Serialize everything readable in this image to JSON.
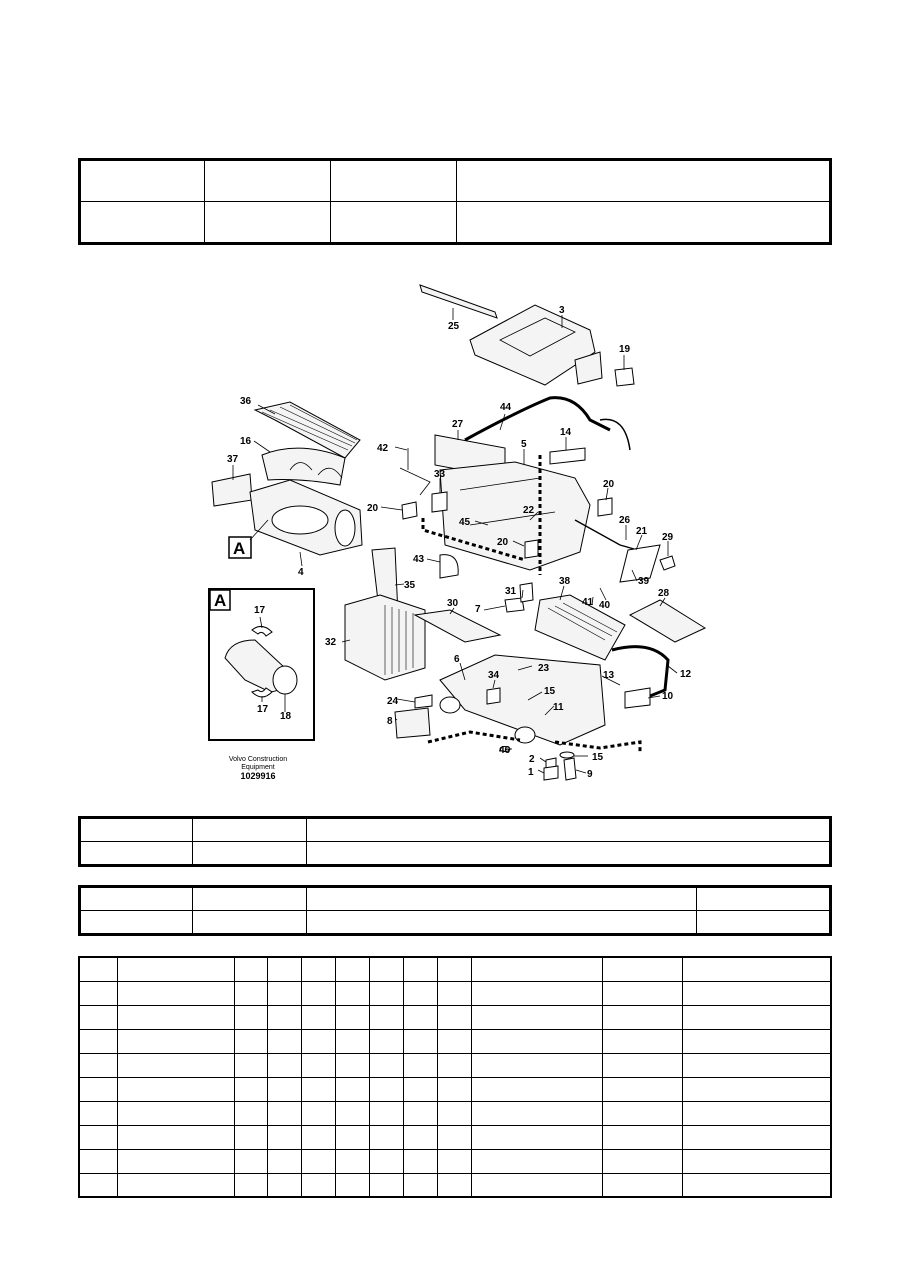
{
  "header_table": {
    "rows": [
      [
        "",
        "",
        "",
        ""
      ],
      [
        "",
        "",
        "",
        ""
      ]
    ]
  },
  "figure": {
    "caption_line1": "Volvo Construction",
    "caption_line2": "Equipment",
    "figure_id": "1029916",
    "detail_label": "A",
    "callouts": [
      "1",
      "2",
      "3",
      "4",
      "5",
      "6",
      "7",
      "8",
      "9",
      "10",
      "11",
      "12",
      "13",
      "14",
      "15",
      "16",
      "17",
      "18",
      "19",
      "20",
      "21",
      "22",
      "23",
      "24",
      "25",
      "26",
      "27",
      "28",
      "29",
      "30",
      "31",
      "32",
      "33",
      "34",
      "35",
      "36",
      "37",
      "38",
      "39",
      "40",
      "41",
      "42",
      "43",
      "44",
      "45",
      "46"
    ]
  },
  "info_table_1": {
    "rows": [
      [
        "",
        "",
        ""
      ],
      [
        "",
        "",
        ""
      ]
    ]
  },
  "info_table_2": {
    "rows": [
      [
        "",
        "",
        "",
        ""
      ],
      [
        "",
        "",
        "",
        ""
      ]
    ]
  },
  "parts_table": {
    "rows": [
      [
        "",
        "",
        "",
        "",
        "",
        "",
        "",
        "",
        "",
        "",
        "",
        ""
      ],
      [
        "",
        "",
        "",
        "",
        "",
        "",
        "",
        "",
        "",
        "",
        "",
        ""
      ],
      [
        "",
        "",
        "",
        "",
        "",
        "",
        "",
        "",
        "",
        "",
        "",
        ""
      ],
      [
        "",
        "",
        "",
        "",
        "",
        "",
        "",
        "",
        "",
        "",
        "",
        ""
      ],
      [
        "",
        "",
        "",
        "",
        "",
        "",
        "",
        "",
        "",
        "",
        "",
        ""
      ],
      [
        "",
        "",
        "",
        "",
        "",
        "",
        "",
        "",
        "",
        "",
        "",
        ""
      ],
      [
        "",
        "",
        "",
        "",
        "",
        "",
        "",
        "",
        "",
        "",
        "",
        ""
      ],
      [
        "",
        "",
        "",
        "",
        "",
        "",
        "",
        "",
        "",
        "",
        "",
        ""
      ],
      [
        "",
        "",
        "",
        "",
        "",
        "",
        "",
        "",
        "",
        "",
        "",
        ""
      ],
      [
        "",
        "",
        "",
        "",
        "",
        "",
        "",
        "",
        "",
        "",
        "",
        ""
      ]
    ]
  }
}
